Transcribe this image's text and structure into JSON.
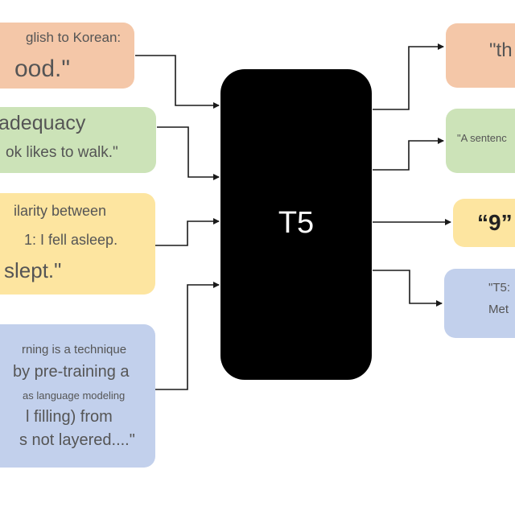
{
  "colors": {
    "orange": "#f4c7a8",
    "green": "#cce3b8",
    "yellow": "#fde5a0",
    "blue": "#c2d0ec",
    "model": "#000000",
    "arrow": "#1a1a1a"
  },
  "model": {
    "label": "T5"
  },
  "inputs": {
    "translate": {
      "line1": "glish to Korean:",
      "line2": "ood.\""
    },
    "cola": {
      "line1": "adequacy",
      "line2": "ok likes to walk.\""
    },
    "stsb": {
      "line1": "ilarity between",
      "line2": "1: I fell asleep.",
      "line3": "slept.\""
    },
    "summarize": {
      "line1": "rning is a technique",
      "line2": "by pre-training a",
      "line3": "as language modeling",
      "line4": "l filling) from",
      "line5": "s not layered....\""
    }
  },
  "outputs": {
    "translate": {
      "text": "\"th"
    },
    "cola": {
      "text": "\"A sentenc"
    },
    "stsb": {
      "text": "“9”"
    },
    "summarize": {
      "line1": "\"T5:",
      "line2": "Met"
    }
  }
}
